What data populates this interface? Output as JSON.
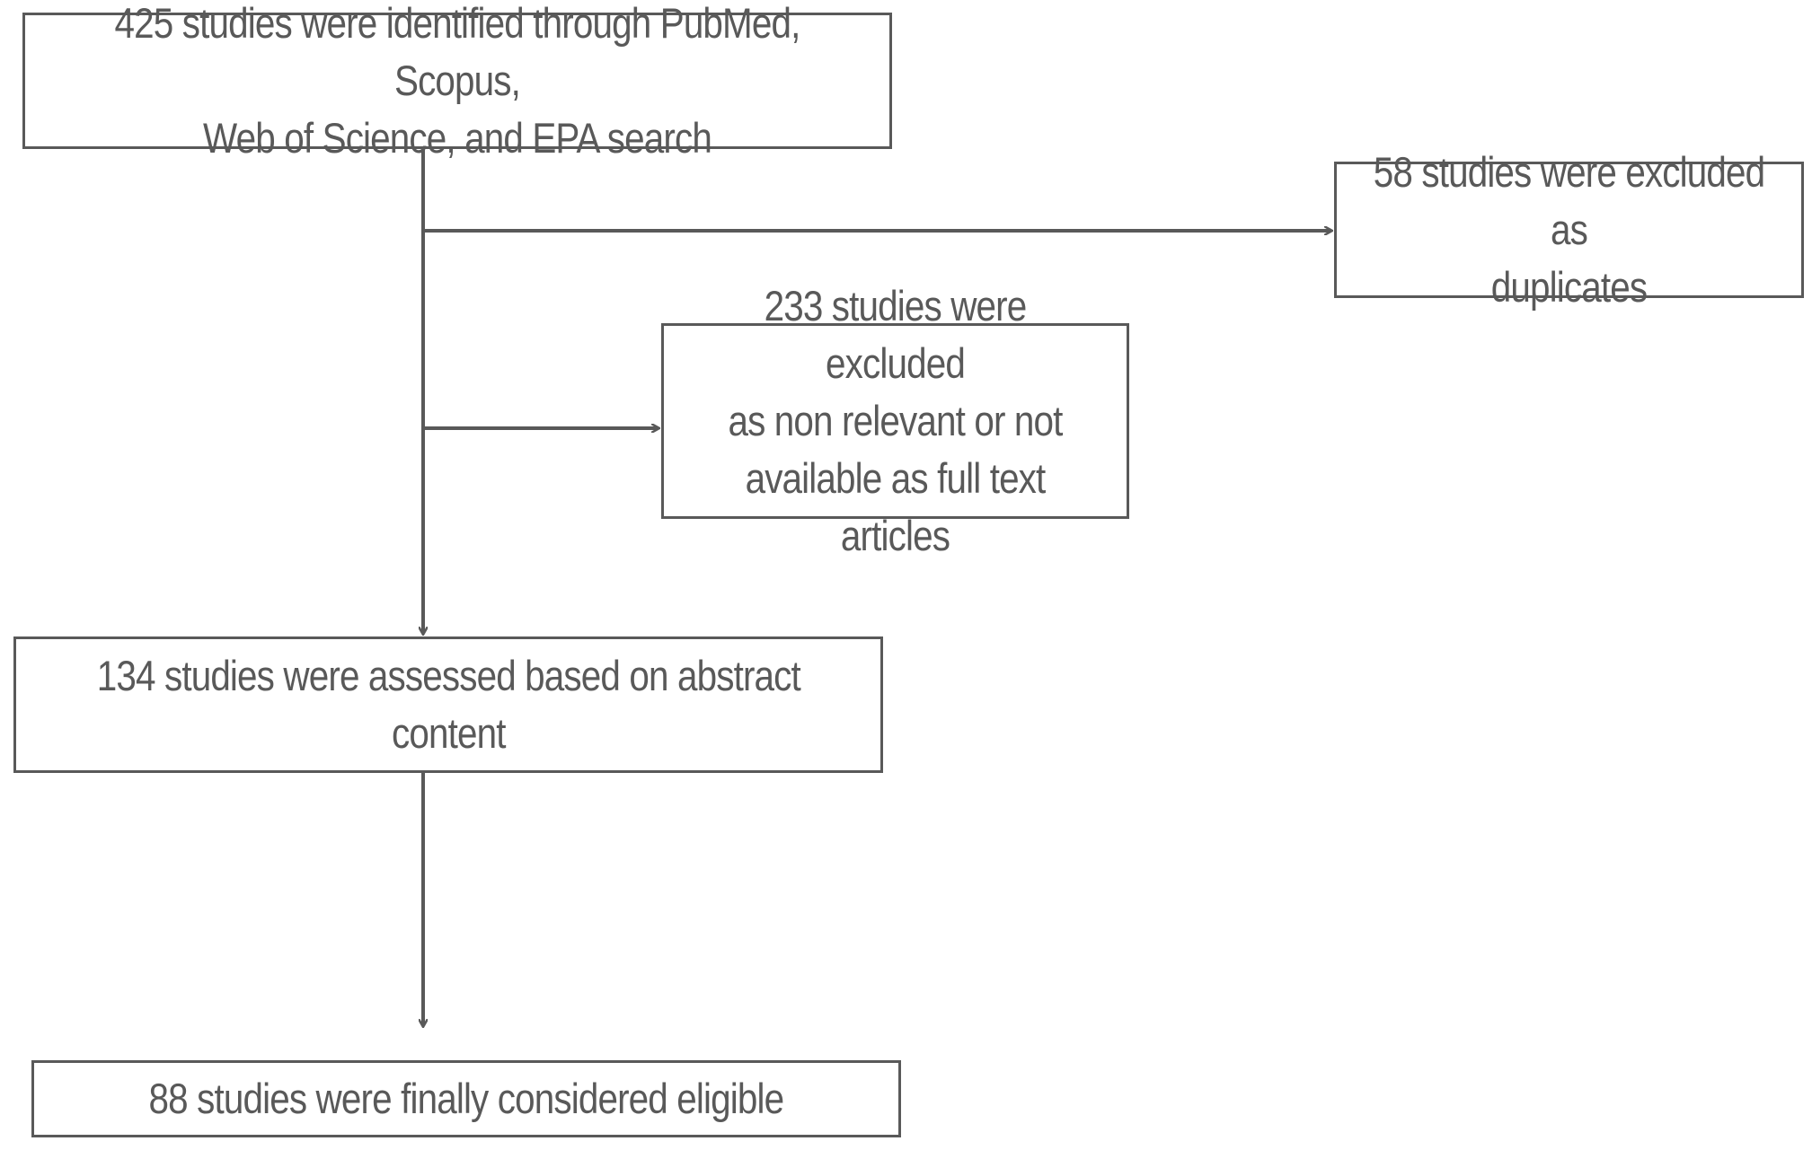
{
  "diagram": {
    "stroke_color": "#595959",
    "text_color": "#595959",
    "boxes": [
      {
        "id": "identified",
        "text": "425 studies were identified through PubMed, Scopus,\nWeb of Science, and EPA search"
      },
      {
        "id": "duplicates",
        "text": "58 studies were excluded as\nduplicates"
      },
      {
        "id": "non-relevant",
        "text": "233 studies were excluded\nas non relevant or not\navailable as full text articles"
      },
      {
        "id": "abstract",
        "text": "134 studies were assessed based on abstract\ncontent"
      },
      {
        "id": "eligible",
        "text": "88 studies were finally considered eligible"
      }
    ],
    "edges": [
      {
        "from": "identified",
        "to": "duplicates"
      },
      {
        "from": "identified",
        "to": "non-relevant"
      },
      {
        "from": "identified",
        "to": "abstract"
      },
      {
        "from": "abstract",
        "to": "eligible"
      }
    ]
  }
}
